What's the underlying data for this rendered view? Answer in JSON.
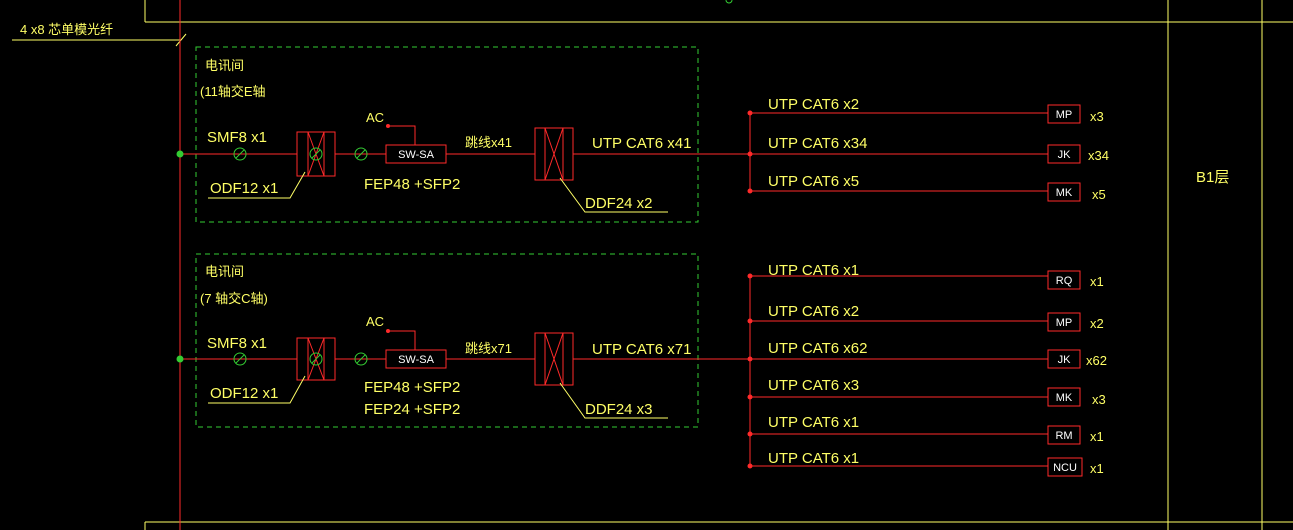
{
  "colors": {
    "background": "#000000",
    "frame": "#ffff66",
    "signal": "#ff2a2a",
    "room_border": "#33cc33",
    "node": "#33cc33",
    "text": "#ffff66"
  },
  "incoming_fiber": "4 x8 芯单模光纤",
  "floor_label": "B1层",
  "rooms": [
    {
      "title_line1": "电讯间",
      "title_line2": "(11轴交E轴",
      "smf": "SMF8 x1",
      "odf": "ODF12 x1",
      "ac": "AC",
      "switch": "SW-SA",
      "switch_models": [
        "FEP48 +SFP2"
      ],
      "patch": "跳线x41",
      "ddf": "DDF24 x2",
      "uplink": "UTP CAT6 x41",
      "outlets": [
        {
          "cable": "UTP CAT6 x2",
          "device": "MP",
          "qty": "x3"
        },
        {
          "cable": "UTP CAT6 x34",
          "device": "JK",
          "qty": "x34"
        },
        {
          "cable": "UTP CAT6 x5",
          "device": "MK",
          "qty": "x5"
        }
      ]
    },
    {
      "title_line1": "电讯间",
      "title_line2": "(7 轴交C轴)",
      "smf": "SMF8 x1",
      "odf": "ODF12 x1",
      "ac": "AC",
      "switch": "SW-SA",
      "switch_models": [
        "FEP48 +SFP2",
        "FEP24 +SFP2"
      ],
      "patch": "跳线x71",
      "ddf": "DDF24 x3",
      "uplink": "UTP CAT6 x71",
      "outlets": [
        {
          "cable": "UTP CAT6 x1",
          "device": "RQ",
          "qty": "x1"
        },
        {
          "cable": "UTP CAT6 x2",
          "device": "MP",
          "qty": "x2"
        },
        {
          "cable": "UTP CAT6 x62",
          "device": "JK",
          "qty": "x62"
        },
        {
          "cable": "UTP CAT6 x3",
          "device": "MK",
          "qty": "x3"
        },
        {
          "cable": "UTP CAT6 x1",
          "device": "RM",
          "qty": "x1"
        },
        {
          "cable": "UTP CAT6 x1",
          "device": "NCU",
          "qty": "x1"
        }
      ]
    }
  ]
}
